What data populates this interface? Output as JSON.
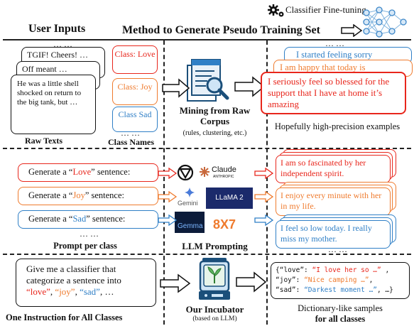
{
  "header": {
    "user_inputs": "User Inputs",
    "method_title": "Method to Generate Pseudo Training Set",
    "classifier": "Classifier Fine-tuning"
  },
  "row1": {
    "ellipsis_top": "… …",
    "text1": "TGIF! Cheers! …",
    "text2": "Off meant …",
    "text3": "He was a little shell shocked on return to the big tank, but …",
    "raw_texts": "Raw Texts",
    "class_love": "Class: Love",
    "class_joy": "Class: Joy",
    "class_sad": "Class Sad",
    "class_ellipsis": "… …",
    "class_names": "Class Names",
    "method_title": "Mining from Raw Corpus",
    "method_sub": "(rules, clustering, etc.)",
    "out_ellipsis": "… …",
    "out1": "I started feeling sorry",
    "out2": "I am happy that today is",
    "out3": "I seriously feel so blessed for the support that I have at home it’s amazing",
    "out_caption": "Hopefully high-precision examples"
  },
  "row2": {
    "prompt_prefix": "Generate a “",
    "prompt_suffix": "” sentence:",
    "prompts": [
      "Love",
      "Joy",
      "Sad"
    ],
    "ellipsis": "… …",
    "prompt_label": "Prompt per class",
    "llm_label": "LLM Prompting",
    "logos": {
      "claude": "Claude",
      "anthropic": "ANTHROPIC",
      "gemini": "Gemini",
      "llama": "LLaMA 2",
      "gemma": "Gemma",
      "mistral": "8X7"
    },
    "out_love": "I am so fascinated by her independent spirit.",
    "out_joy": "I enjoy every minute with her in my life.",
    "out_sad": "I feel so low today. I really miss my mother.",
    "out_ellipsis": "… …"
  },
  "row3": {
    "instr_prefix": "Give me a classifier that categorize a sentence into",
    "labels": [
      "“love”",
      "“joy”",
      "“sad”"
    ],
    "instr_tail": "…",
    "instr_label": "One Instruction for All Classes",
    "incubator_label": "Our Incubator",
    "incubator_sub": "(based on LLM)",
    "dict_line1_key": "{“love”:",
    "dict_line1_val": "“I love her so …”",
    "dict_line2_key": "“joy”:",
    "dict_line2_val": "“Nice camping …”",
    "dict_line3_key": "“sad”:",
    "dict_line3_val": "“Darkest moment …”",
    "dict_tail": ", …}",
    "out_label1": "Dictionary-like samples",
    "out_label2": "for all classes"
  },
  "colors": {
    "love": "#e8261c",
    "joy": "#ef7b2e",
    "sad": "#2f7fc6",
    "dark": "#111111"
  }
}
